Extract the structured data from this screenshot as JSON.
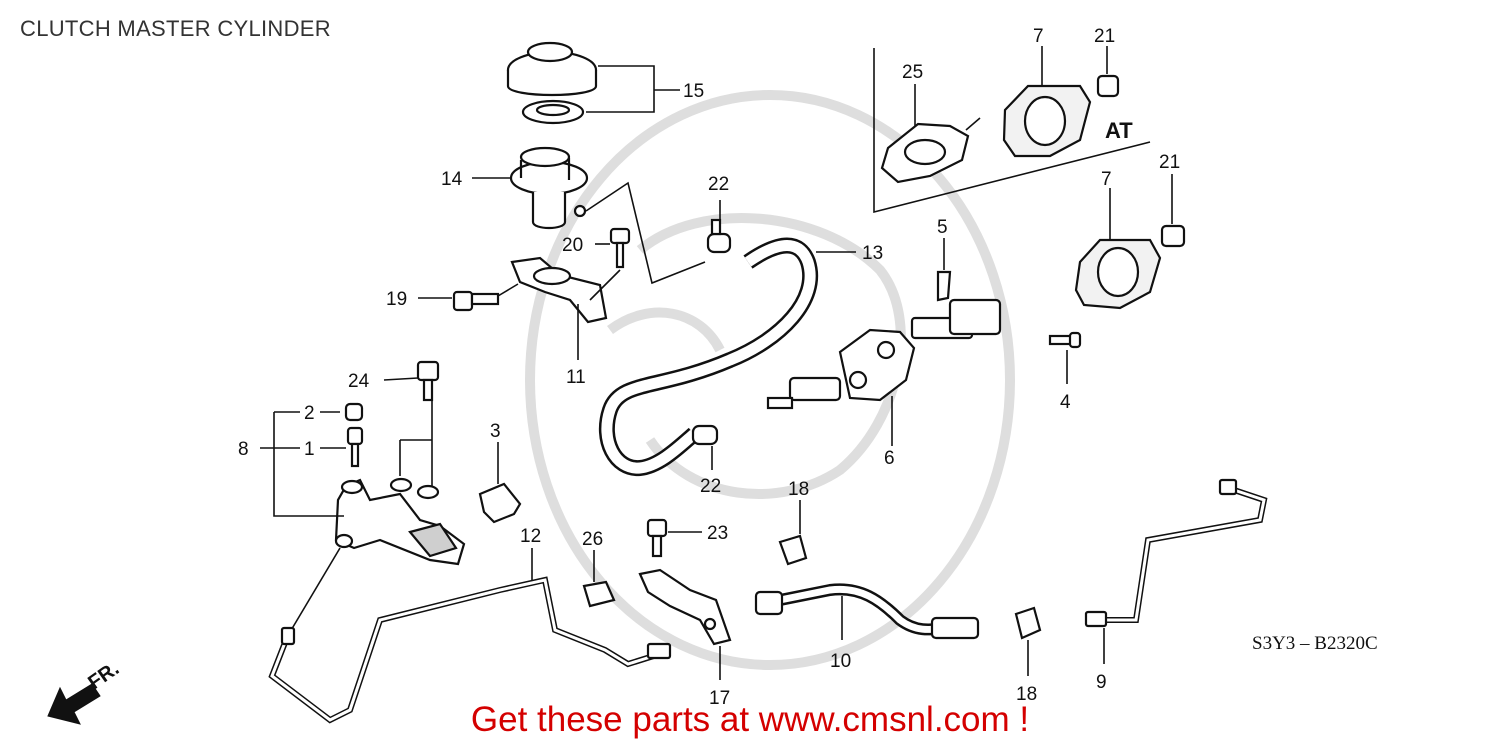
{
  "title": "CLUTCH MASTER CYLINDER",
  "variant_label": "AT",
  "direction_label": "FR.",
  "diagram_code": "S3Y3 – B2320C",
  "promo_text": "Get these parts at www.cmsnl.com !",
  "colors": {
    "promo": "#d40000",
    "line": "#111111",
    "watermark": "#dedede"
  },
  "callouts": {
    "c1": "1",
    "c2": "2",
    "c3": "3",
    "c4": "4",
    "c5": "5",
    "c6": "6",
    "c7a": "7",
    "c7b": "7",
    "c8": "8",
    "c9": "9",
    "c10": "10",
    "c11": "11",
    "c12": "12",
    "c13": "13",
    "c14": "14",
    "c15": "15",
    "c17": "17",
    "c18a": "18",
    "c18b": "18",
    "c19": "19",
    "c20": "20",
    "c21a": "21",
    "c21b": "21",
    "c22a": "22",
    "c22b": "22",
    "c23": "23",
    "c24": "24",
    "c25": "25",
    "c26": "26"
  }
}
